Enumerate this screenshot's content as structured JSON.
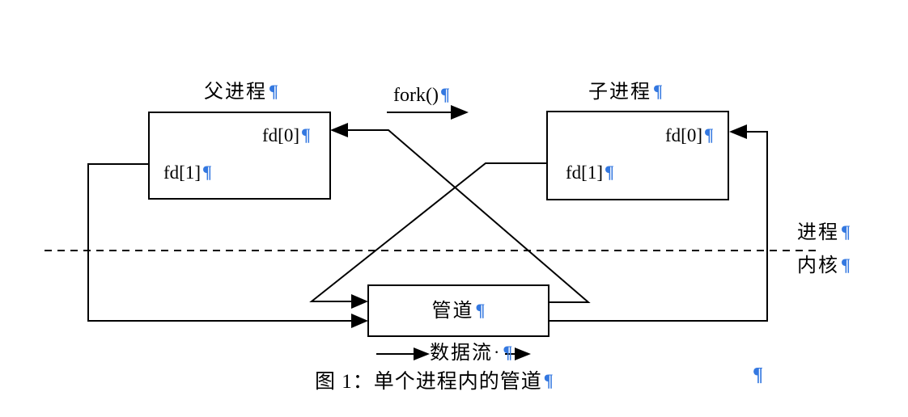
{
  "marks": {
    "pilcrow": "¶",
    "space_mark": "·"
  },
  "colors": {
    "line": "#000000",
    "text": "#000000",
    "pilcrow": "#3478E0"
  },
  "diagram": {
    "parent": {
      "title": "父进程",
      "fd0": "fd[0]",
      "fd1": "fd[1]"
    },
    "child": {
      "title": "子进程",
      "fd0": "fd[0]",
      "fd1": "fd[1]"
    },
    "fork_label": "fork()",
    "pipe_label": "管道",
    "boundary_top_label": "进程",
    "boundary_bottom_label": "内核",
    "data_flow_label": "数据流",
    "caption": "图 1：单个进程内的管道"
  }
}
